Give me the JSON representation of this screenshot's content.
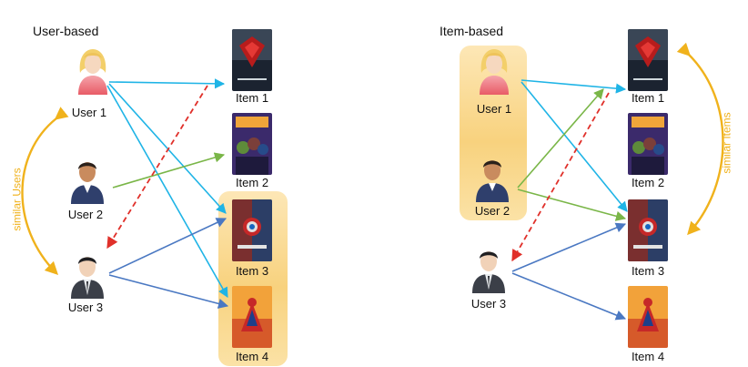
{
  "left": {
    "title": "User-based",
    "users": [
      "User 1",
      "User 2",
      "User 3"
    ],
    "items": [
      "Item 1",
      "Item 2",
      "Item 3",
      "Item 4"
    ],
    "side_label": "similar Users"
  },
  "right": {
    "title": "Item-based",
    "users": [
      "User 1",
      "User 2",
      "User 3"
    ],
    "items": [
      "Item 1",
      "Item 2",
      "Item 3",
      "Item 4"
    ],
    "side_label": "similar Items"
  },
  "colors": {
    "cyan": "#1fb4e6",
    "green": "#7ab648",
    "blue": "#4a78c2",
    "red": "#e0302a",
    "gold": "#f0b21c",
    "highlight": "#f8d27e"
  },
  "icons": {
    "user1": "woman-avatar-icon",
    "user2": "man-avatar-icon",
    "user3": "businessman-avatar-icon",
    "item1": "batman-v-superman-poster",
    "item2": "guardians-of-the-galaxy-poster",
    "item3": "captain-america-civil-war-poster",
    "item4": "spider-man-poster"
  }
}
